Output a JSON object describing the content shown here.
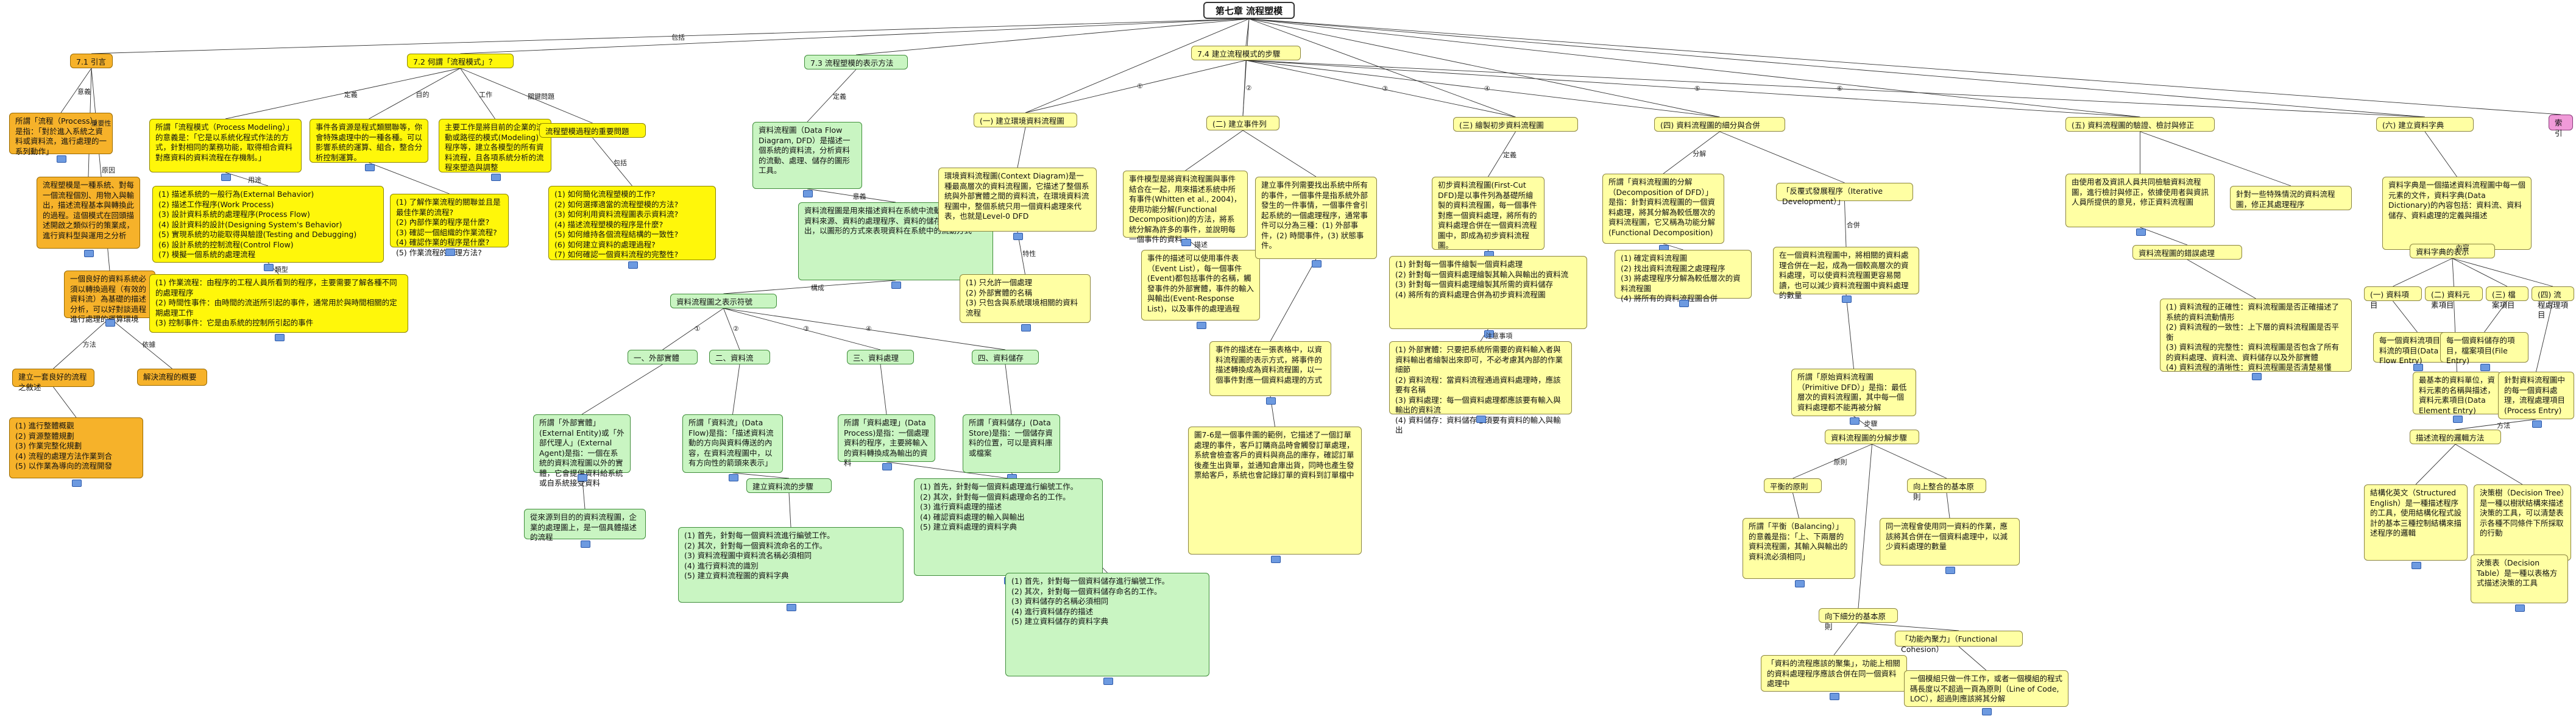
{
  "title": "第七章 流程塑模",
  "topics": [
    {
      "id": "t1",
      "text": "7.1 引言"
    },
    {
      "id": "t1a",
      "text": "所謂「流程（Process）」是指：「對於進入系統之資料或資料流，進行處理的一系列動作」"
    },
    {
      "id": "t1b",
      "text": "流程塑模是一種系統、對每一個流程個別、用物入與輸出，描述流程基本與轉換此的過程。這個模式在回頭描述開啟之類似行的策業成，進行資料型與運用之分析"
    },
    {
      "id": "t1c",
      "text": "一個良好的資料系統必須以轉換過程（有效的資料流）為基礎的描述分析，可以好對談過程進行處理的運算環境"
    },
    {
      "id": "t1d",
      "text": "建立一套良好的流程之敘述"
    },
    {
      "id": "t1e",
      "text": "解決流程的概要"
    },
    {
      "id": "t1f",
      "text": "(1) 進行整體概觀\n(2) 資源整體規劃\n(3) 作業完整化規劃\n(4) 流程的處理方法作業到合\n(5) 以作業為導向的流程開發"
    },
    {
      "id": "t2",
      "text": "7.2 何謂「流程模式」？"
    },
    {
      "id": "t2a",
      "text": "所謂「流程模式（Process Modeling）」的意義是：「它是以系統化程式作法的方式，針對相同的業務功能，取得相合資料對應資料的資料流程在存機制。」"
    },
    {
      "id": "t2b",
      "text": "事件各資源是程式類關聯等，你會特殊處理中的一種各種。可以影響系統的運算、組合，整合分析控制運算。"
    },
    {
      "id": "t2c",
      "text": "主要工作是將目前的企業的流動或路徑的模式(Modeling)程序等，建立各模型的所有資料流程，且各項系統分析的流程來塑造與調整"
    },
    {
      "id": "t2d",
      "text": "(1) 描述系統的一般行為(External Behavior)\n(2) 描述工作程序(Work Process)\n(3) 設計資料系統的處理程序(Process Flow)\n(4) 設計資料的設計(Designing System's Behavior)\n(5) 實現系統的功能取得與驗證(Testing and Debugging)\n(6) 設計系統的控制流程(Control Flow)\n(7) 模擬一個系統的處理流程"
    },
    {
      "id": "t2e",
      "text": "(1) 了解作業流程的關聯並且是最佳作業的流程?\n(2) 內部作業的程序是什麼?\n(3) 確認一個組織的作業流程?\n(4) 確認作業的程序是什麼?\n(5) 作業流程的處理方法?"
    },
    {
      "id": "t2f",
      "text": "流程塑模過程的重要問題"
    },
    {
      "id": "t2g",
      "text": "(1) 如何簡化流程塑模的工作?\n(2) 如何選擇適當的流程塑模的方法?\n(3) 如何利用資料流程圖表示資料流?\n(4) 描述流程塑模的程序是什麼?\n(5) 如何維持各個流程結構的一致性?\n(6) 如何建立資料的處理過程?\n(7) 如何確認一個資料流程的完整性?"
    },
    {
      "id": "t2h",
      "text": "(1) 作業流程：由程序的工程人員所看到的程序，主要需要了解各種不同的處理程序\n(2) 時間性事件：由時間的流逝所引起的事件，通常用於與時間相關的定期處理工作\n(3) 控制事件：它是由系統的控制所引起的事件"
    },
    {
      "id": "t3",
      "text": "7.3 流程塑模的表示方法"
    },
    {
      "id": "t3a",
      "text": "資料流程圖（Data Flow Diagram, DFD）是描述一個系統的資料流，分析資料的流動、處理、儲存的圖形工具。"
    },
    {
      "id": "t3b",
      "text": "資料流程圖是用來描述資料在系統中流動的情形，包括資料來源、資料的處理程序、資料的儲存以及資料的輸出，以圖形的方式來表現資料在系統中的流動方式"
    },
    {
      "id": "t3c",
      "text": "資料流程圖之表示符號"
    },
    {
      "id": "t3d",
      "text": "一、外部實體"
    },
    {
      "id": "t3e",
      "text": "二、資料流"
    },
    {
      "id": "t3f",
      "text": "三、資料處理"
    },
    {
      "id": "t3g",
      "text": "四、資料儲存"
    },
    {
      "id": "t3h",
      "text": "所謂「外部實體」(External Entity)或「外部代理人」(External Agent)是指：一個在系統的資料流程圖以外的實體，它會提供資料給系統或自系統接受資料"
    },
    {
      "id": "t3i",
      "text": "所謂「資料流」(Data Flow)是指：「描述資料流動的方向與資料傳送的內容，在資料流程圖中，以有方向性的箭頭來表示」"
    },
    {
      "id": "t3j",
      "text": "所謂「資料處理」(Data Process)是指：一個處理資料的程序，主要將輸入的資料轉換成為輸出的資料"
    },
    {
      "id": "t3k",
      "text": "所謂「資料儲存」(Data Store)是指：一個儲存資料的位置，可以是資料庫或檔案"
    },
    {
      "id": "t3l",
      "text": "從來源到目的的資料流程圖，企業的處理圖上，是一個具體描述的流程"
    },
    {
      "id": "t3m",
      "text": "建立資料流的步驟"
    },
    {
      "id": "t3n",
      "text": "(1) 首先，針對每一個資料流進行編號工作。\n(2) 其次，針對每一個資料流命名的工作。\n(3) 資料流程圖中資料流名稱必須相同\n(4) 進行資料流的識別\n(5) 建立資料流程圖的資料字典"
    },
    {
      "id": "t3o",
      "text": "(1) 首先，針對每一個資料處理進行編號工作。\n(2) 其次，針對每一個資料處理命名的工作。\n(3) 進行資料處理的描述\n(4) 確認資料處理的輸入與輸出\n(5) 建立資料處理的資料字典"
    },
    {
      "id": "t3p",
      "text": "(1) 首先，針對每一個資料儲存進行編號工作。\n(2) 其次，針對每一個資料儲存命名的工作。\n(3) 資料儲存的名稱必須相同\n(4) 進行資料儲存的描述\n(5) 建立資料儲存的資料字典"
    },
    {
      "id": "t4",
      "text": "7.4 建立流程模式的步驟"
    },
    {
      "id": "t4a",
      "text": "(一) 建立環境資料流程圖"
    },
    {
      "id": "t4b",
      "text": "環境資料流程圖(Context Diagram)是一種最高層次的資料流程圖，它描述了整個系統與外部實體之間的資料流，在環境資料流程圖中，整個系統只用一個資料處理來代表，也就是Level-0 DFD"
    },
    {
      "id": "t4c",
      "text": "(1) 只允許一個處理\n(2) 外部實體的名稱\n(3) 只包含與系統環境相關的資料流程"
    },
    {
      "id": "t4d",
      "text": "(二) 建立事件列"
    },
    {
      "id": "t4e",
      "text": "事件模型是將資料流程圖與事件結合在一起，用來描述系統中所有事件(Whitten et al., 2004)，使用功能分解(Functional Decomposition)的方法，將系統分解為許多的事件，並說明每一個事件的資料"
    },
    {
      "id": "t4f",
      "text": "事件的描述可以使用事件表（Event List），每一個事件(Event)都包括事件的名稱，觸發事件的外部實體，事件的輸入與輸出(Event-Response List)，以及事件的處理過程"
    },
    {
      "id": "t4g",
      "text": "建立事件列需要找出系統中所有的事件，一個事件是指系統外部發生的一件事情，一個事件會引起系統的一個處理程序，通常事件可以分為三種：(1) 外部事件，(2) 時間事件，(3) 狀態事件。"
    },
    {
      "id": "t4h",
      "text": "事件的描述在一張表格中，以資料流程圖的表示方式，將事件的描述轉換成為資料流程圖，以一個事件對應一個資料處理的方式"
    },
    {
      "id": "t4i",
      "text": "圖7-6是一個事件圖的範例，它描述了一個訂單處理的事件，客戶訂購商品時會觸發訂單處理，系統會檢查客戶的資料與商品的庫存，確認訂單後產生出貨單，並通知倉庫出貨，同時也產生發票給客戶，系統也會記錄訂單的資料到訂單檔中"
    },
    {
      "id": "t4j",
      "text": "(三) 繪製初步資料流程圖"
    },
    {
      "id": "t4k",
      "text": "初步資料流程圖(First-Cut DFD)是以事件列為基礎所繪製的資料流程圖，每一個事件對應一個資料處理，將所有的資料處理合併在一個資料流程圖中，即成為初步資料流程圖。"
    },
    {
      "id": "t4l",
      "text": "(1) 針對每一個事件繪製一個資料處理\n(2) 針對每一個資料處理繪製其輸入與輸出的資料流\n(3) 針對每一個資料處理繪製其所需的資料儲存\n(4) 將所有的資料處理合併為初步資料流程圖"
    },
    {
      "id": "t4m",
      "text": "(1) 外部實體：只要把系統所需要的資料輸入者與資料輸出者繪製出來即可，不必考慮其內部的作業細節\n(2) 資料流程：當資料流程通過資料處理時，應該要有名稱\n(3) 資料處理：每一個資料處理都應該要有輸入與輸出的資料流\n(4) 資料儲存：資料儲存必須要有資料的輸入與輸出"
    },
    {
      "id": "t4n",
      "text": "(四) 資料流程圖的細分與合併"
    },
    {
      "id": "t4o",
      "text": "所謂「資料流程圖的分解（Decomposition of DFD）」是指：針對資料流程圖的一個資料處理，將其分解為較低層次的資料流程圖，它又稱為功能分解(Functional Decomposition)"
    },
    {
      "id": "t4p",
      "text": "「反覆式發展程序（Iterative Development）」"
    },
    {
      "id": "t4q",
      "text": "(1) 確定資料流程圖\n(2) 找出資料流程圖之處理程序\n(3) 將處理程序分解為較低層次的資料流程圖\n(4) 將所有的資料流程圖合併"
    },
    {
      "id": "t4r",
      "text": "在一個資料流程圖中，將相關的資料處理合併在一起，成為一個較高層次的資料處理，可以使資料流程圖更容易閱讀，也可以減少資料流程圖中資料處理的數量"
    },
    {
      "id": "t4s",
      "text": "所謂「原始資料流程圖（Primitive DFD）」是指：最低層次的資料流程圖，其中每一個資料處理都不能再被分解"
    },
    {
      "id": "t4t",
      "text": "資料流程圖的分解步驟"
    },
    {
      "id": "t4u",
      "text": "平衡的原則"
    },
    {
      "id": "t4v",
      "text": "所謂「平衡（Balancing）」的意義是指：「上、下兩層的資料流程圖，其輸入與輸出的資料流必須相同」"
    },
    {
      "id": "t4w",
      "text": "向上整合的基本原則"
    },
    {
      "id": "t4x",
      "text": "同一流程會使用同一資料的作業，應該將其合併在一個資料處理中，以減少資料處理的數量"
    },
    {
      "id": "t4y",
      "text": "向下細分的基本原則"
    },
    {
      "id": "t4z",
      "text": "「功能內聚力」（Functional Cohesion）"
    },
    {
      "id": "t4aa",
      "text": "「資料的流程應該的聚集」，功能上相關的資料處理程序應該合併在同一個資料處理中"
    },
    {
      "id": "t4bb",
      "text": "一個模組只做一件工作，或者一個模組的程式碼長度以不超過一頁為原則（Line of Code, LOC），超過則應該將其分解"
    },
    {
      "id": "t5",
      "text": "(五) 資料流程圖的驗證、檢討與修正"
    },
    {
      "id": "t5a",
      "text": "由使用者及資訊人員共同檢驗資料流程圖，進行檢討與修正，依據使用者與資訊人員所提供的意見，修正資料流程圖"
    },
    {
      "id": "t5b",
      "text": "針對一些特殊情況的資料流程圖，修正其處理程序"
    },
    {
      "id": "t5c",
      "text": "資料流程圖的錯誤處理"
    },
    {
      "id": "t5d",
      "text": "(1) 資料流程的正確性：資料流程圖是否正確描述了系統的資料流動情形\n(2) 資料流程的一致性：上下層的資料流程圖是否平衡\n(3) 資料流程的完整性：資料流程圖是否包含了所有的資料處理、資料流、資料儲存以及外部實體\n(4) 資料流程的清晰性：資料流程圖是否清楚易懂"
    },
    {
      "id": "t6",
      "text": "(六) 建立資料字典"
    },
    {
      "id": "t6a",
      "text": "資料字典是一個描述資料流程圖中每一個元素的文件，資料字典(Data Dictionary)的內容包括：資料流、資料儲存、資料處理的定義與描述"
    },
    {
      "id": "t6b",
      "text": "資料字典的表示"
    },
    {
      "id": "t6c",
      "text": "(一) 資料項目"
    },
    {
      "id": "t6d",
      "text": "(二) 資料元素項目"
    },
    {
      "id": "t6e",
      "text": "(三) 檔案項目"
    },
    {
      "id": "t6f",
      "text": "(四) 流程處理項目"
    },
    {
      "id": "t6g",
      "text": "每一個資料流項目，資料流的項目(Data Flow Entry)"
    },
    {
      "id": "t6h",
      "text": "最基本的資料單位，資料元素的名稱與描述，資料元素項目(Data Element Entry)"
    },
    {
      "id": "t6i",
      "text": "每一個資料儲存的項目，檔案項目(File Entry)"
    },
    {
      "id": "t6j",
      "text": "針對資料流程圖中的每一個資料處理，流程處理項目(Process Entry)"
    },
    {
      "id": "t6k",
      "text": "描述流程的邏輯方法"
    },
    {
      "id": "t6l",
      "text": "結構化英文（Structured English）是一種描述程序的工具，使用結構化程式設計的基本三種控制結構來描述程序的邏輯"
    },
    {
      "id": "t6m",
      "text": "決策樹（Decision Tree）是一種以樹狀結構來描述決策的工具，可以清楚表示各種不同條件下所採取的行動"
    },
    {
      "id": "t6n",
      "text": "決策表（Decision Table）是一種以表格方式描述決策的工具"
    },
    {
      "id": "t7",
      "text": "索引"
    }
  ],
  "labels": {
    "l_root": "包括",
    "l_t1a": "意義",
    "l_t1b": "重要性",
    "l_t1c": "原因",
    "l_t2a": "定義",
    "l_t2b": "目的",
    "l_t2c": "工作",
    "l_t2f": "關鍵問題",
    "l_t2d": "用途",
    "l_t2g": "包括",
    "l_t2h": "類型",
    "l_t3a": "定義",
    "l_t3b": "意義",
    "l_t3c": "構成",
    "l_t3d": "①",
    "l_t3e": "②",
    "l_t3f": "③",
    "l_t3g": "④",
    "l_t1d": "方法",
    "l_t1e": "依據",
    "l_t4a": "①",
    "l_t4d": "②",
    "l_t4j": "③",
    "l_t4n": "④",
    "l_t5": "⑤",
    "l_t6": "⑥",
    "l_t4c": "特性",
    "l_t4f": "描述",
    "l_t4k": "定義",
    "l_t4m": "注意事項",
    "l_t4o": "分解",
    "l_t4r": "合併",
    "l_t4t": "步驟",
    "l_t4u": "原則",
    "l_t6b": "內容",
    "l_t6k": "方法"
  }
}
